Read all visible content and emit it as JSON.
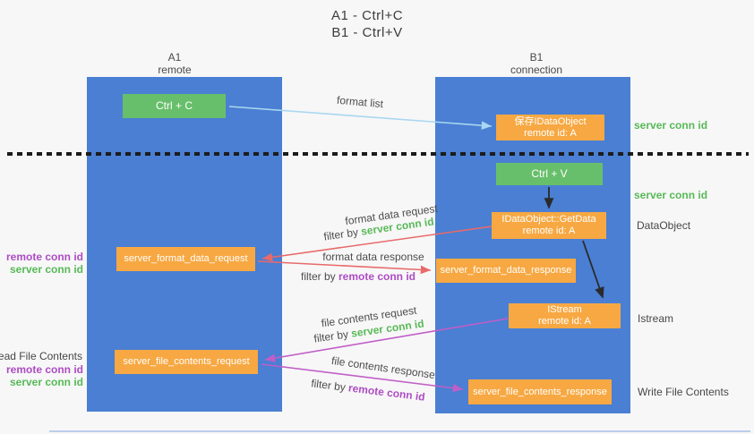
{
  "title": {
    "line1": "A1 - Ctrl+C",
    "line2": "B1 - Ctrl+V"
  },
  "columns": {
    "a": {
      "id": "A1",
      "name": "remote"
    },
    "b": {
      "id": "B1",
      "name": "connection"
    }
  },
  "nodes": {
    "ctrl_c": {
      "label": "Ctrl + C"
    },
    "save_dataobject": {
      "line1": "保存IDataObject",
      "line2": "remote id: A"
    },
    "ctrl_v": {
      "label": "Ctrl + V"
    },
    "getdata": {
      "line1": "IDataObject::GetData",
      "line2": "remote id: A"
    },
    "format_request": {
      "label": "server_format_data_request"
    },
    "format_response": {
      "label": "server_format_data_response"
    },
    "istream": {
      "line1": "IStream",
      "line2": "remote id: A"
    },
    "file_request": {
      "label": "server_file_contents_request"
    },
    "file_response": {
      "label": "server_file_contents_response"
    }
  },
  "arrow_labels": {
    "format_list": "format list",
    "format_data_request": "format data request",
    "format_data_response": "format data response",
    "file_contents_request": "file contents request",
    "file_contents_response": "file contents response",
    "filter_by": "filter by ",
    "server_conn_id": "server conn id",
    "remote_conn_id": "remote conn id"
  },
  "side_labels": {
    "server_conn_id_top": "server conn id",
    "server_conn_id_mid": "server conn id",
    "dataobject": "DataObject",
    "istream": "Istream",
    "write_file_contents": "Write File Contents",
    "read_file_contents": "Read File Contents",
    "remote_conn_id_format": "remote conn id",
    "server_conn_id_format": "server conn id",
    "remote_conn_id_file": "remote conn id",
    "server_conn_id_file": "server conn id"
  },
  "colors": {
    "background": "#f7f7f7",
    "column_blue": "#4a7fd3",
    "box_green": "#68bf6b",
    "box_orange": "#f7a842",
    "arrow_lightblue": "#a9d7f0",
    "arrow_red": "#e86a6a",
    "arrow_magenta": "#c05ec8",
    "arrow_black": "#2a2a2a",
    "text_green": "#57b957",
    "text_purple": "#ad4cc4",
    "text_dark": "#3c3c3c",
    "divider": "#1c1c1c"
  }
}
